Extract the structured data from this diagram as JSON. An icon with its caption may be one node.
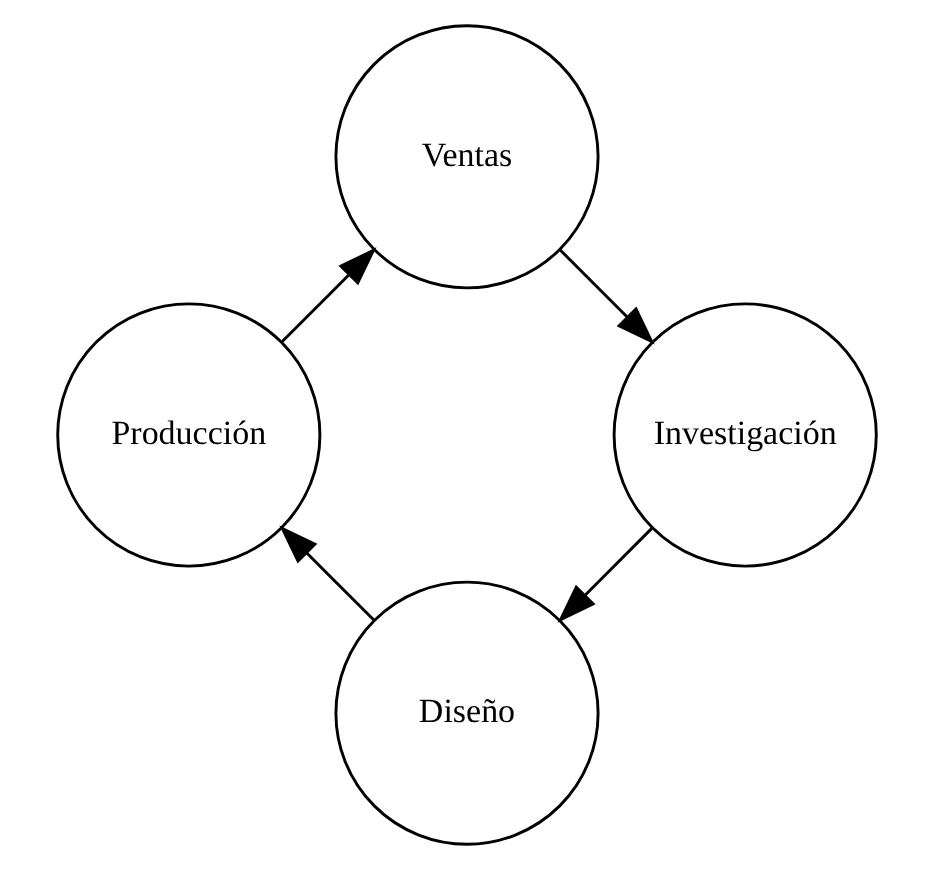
{
  "diagram": {
    "nodes": [
      {
        "text": [
          "Diseño"
        ]
      },
      {
        "text": [
          "Producción"
        ]
      },
      {
        "text": [
          "Ventas"
        ]
      },
      {
        "text": [
          "Investigación"
        ]
      }
    ],
    "edges": [
      {
        "from": 0,
        "to": 1,
        "arrow": "to"
      },
      {
        "from": 1,
        "to": 2,
        "arrow": "to"
      },
      {
        "from": 2,
        "to": 3,
        "arrow": "to"
      },
      {
        "from": 3,
        "to": 0,
        "arrow": "to"
      }
    ]
  }
}
